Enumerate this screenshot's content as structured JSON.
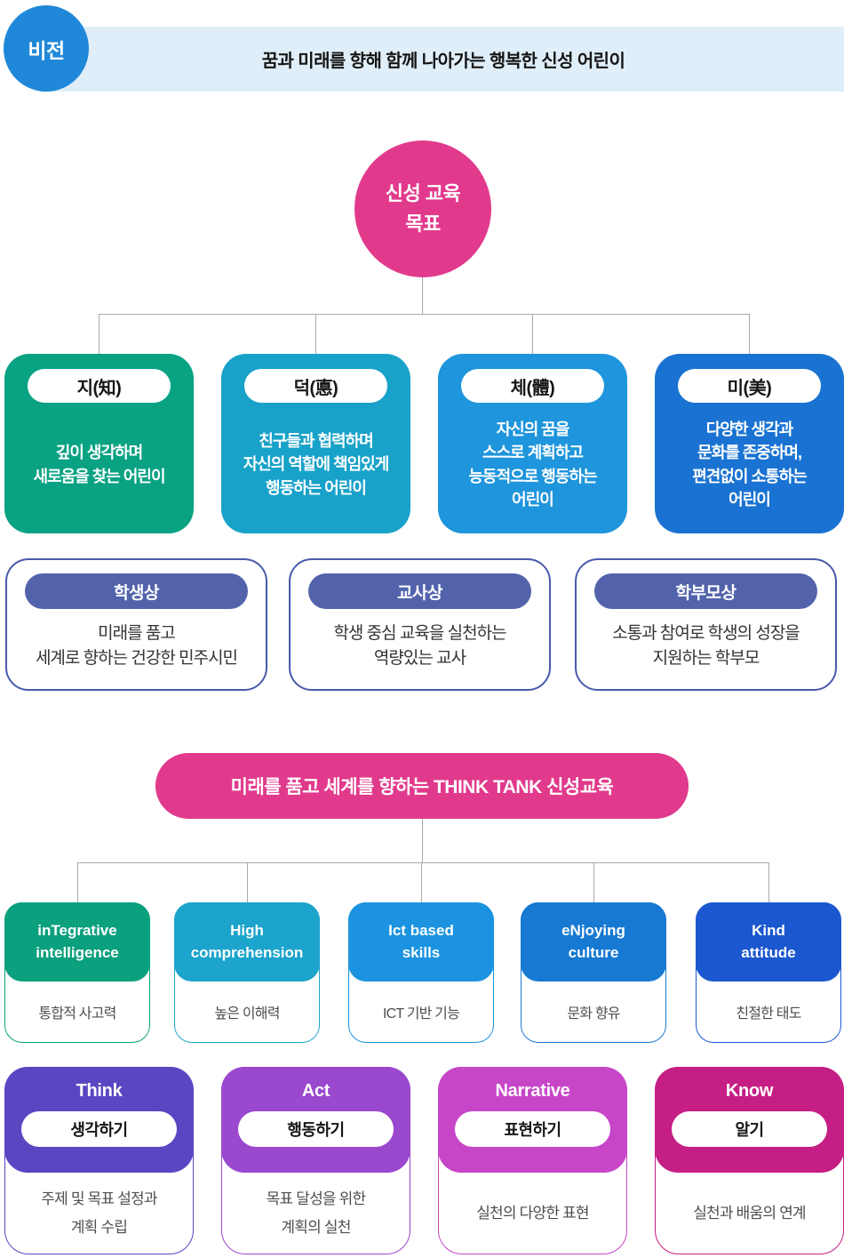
{
  "vision": {
    "badge": "비전",
    "statement": "꿈과 미래를 향해 함께 나아가는 행복한 신성 어린이",
    "badge_color": "#1f88d8",
    "banner_color": "#dfeef8"
  },
  "goals": {
    "circle_title": "신성 교육\n목표",
    "circle_color": "#e13a8c",
    "items": [
      {
        "label": "지(知)",
        "description": "깊이 생각하며\n새로움을 찾는 어린이",
        "color": "#09a283"
      },
      {
        "label": "덕(悳)",
        "description": "친구들과 협력하며\n자신의 역할에 책임있게\n행동하는 어린이",
        "color": "#18a2c9"
      },
      {
        "label": "체(體)",
        "description": "자신의 꿈을\n스스로 계획하고\n능동적으로 행동하는\n어린이",
        "color": "#1e95dc"
      },
      {
        "label": "미(美)",
        "description": "다양한 생각과\n문화를 존중하며,\n편견없이 소통하는\n어린이",
        "color": "#1a73d2"
      }
    ]
  },
  "personas": {
    "accent_color": "#5263ac",
    "border_color": "#4a5aab",
    "items": [
      {
        "title": "학생상",
        "description": "미래를 품고\n세계로 향하는 건강한 민주시민"
      },
      {
        "title": "교사상",
        "description": "학생 중심 교육을 실천하는\n역량있는 교사"
      },
      {
        "title": "학부모상",
        "description": "소통과 참여로 학생의 성장을\n지원하는 학부모"
      }
    ]
  },
  "slogan": {
    "text": "미래를 품고 세계를 향하는 THINK TANK 신성교육",
    "color": "#e13a8c"
  },
  "think": {
    "items": [
      {
        "title": "inTegrative\nintelligence",
        "subtitle": "통합적 사고력",
        "color": "#0ba07e"
      },
      {
        "title": "High\ncomprehension",
        "subtitle": "높은 이해력",
        "color": "#1ca4cc"
      },
      {
        "title": "Ict based\nskills",
        "subtitle": "ICT 기반 기능",
        "color": "#1b93e0"
      },
      {
        "title": "eNjoying\nculture",
        "subtitle": "문화 향유",
        "color": "#1779d2"
      },
      {
        "title": "Kind\nattitude",
        "subtitle": "친절한 태도",
        "color": "#1b57cf"
      }
    ]
  },
  "tank": {
    "items": [
      {
        "title": "Think",
        "pill": "생각하기",
        "description": "주제 및 목표 설정과\n계획 수립",
        "color": "#5b46c2"
      },
      {
        "title": "Act",
        "pill": "행동하기",
        "description": "목표 달성을 위한\n계획의 실천",
        "color": "#9a48ce"
      },
      {
        "title": "Narrative",
        "pill": "표현하기",
        "description": "실천의 다양한 표현",
        "color": "#c746c8"
      },
      {
        "title": "Know",
        "pill": "알기",
        "description": "실천과 배움의 연계",
        "color": "#c51e84"
      }
    ]
  }
}
